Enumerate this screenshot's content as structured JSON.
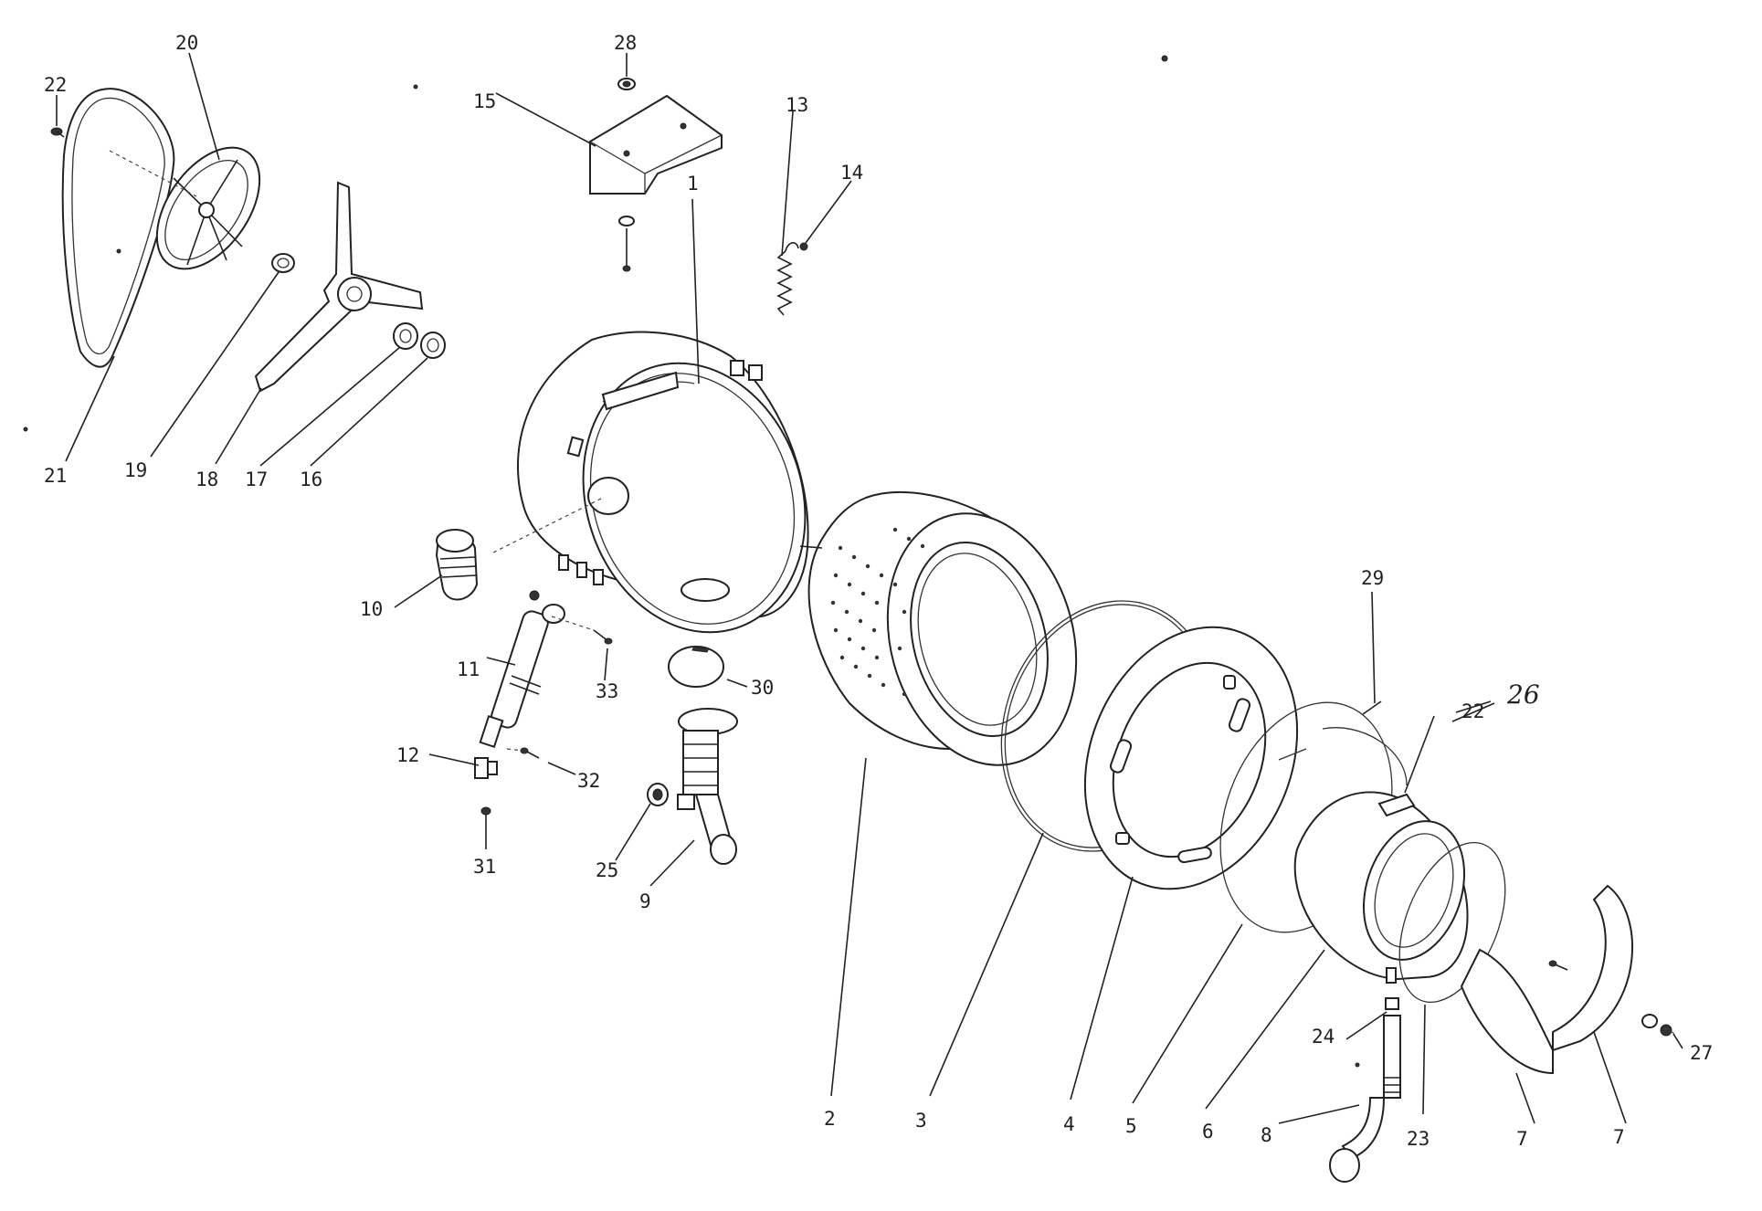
{
  "labels": {
    "p1": "1",
    "p2": "2",
    "p3": "3",
    "p4": "4",
    "p5": "5",
    "p6": "6",
    "p7a": "7",
    "p7b": "7",
    "p8": "8",
    "p9": "9",
    "p10": "10",
    "p11": "11",
    "p12": "12",
    "p13": "13",
    "p14": "14",
    "p15": "15",
    "p16": "16",
    "p17": "17",
    "p18": "18",
    "p19": "19",
    "p20": "20",
    "p21": "21",
    "p22a": "22",
    "p22b": "22",
    "p23": "23",
    "p24": "24",
    "p25": "25",
    "p26": "26",
    "p27": "27",
    "p28": "28",
    "p29": "29",
    "p30": "30",
    "p31": "31",
    "p32": "32",
    "p33": "33"
  }
}
